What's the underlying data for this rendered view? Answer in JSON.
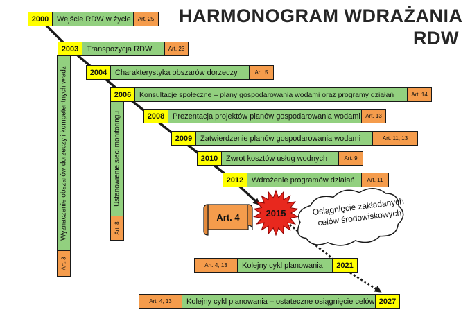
{
  "title_line1": "HARMONOGRAM  WDRAŻANIA",
  "title_line2": "RDW",
  "steps": [
    {
      "year": "2000",
      "text": "Wejście RDW w życie",
      "art": "Art. 25"
    },
    {
      "year": "2003",
      "text": "Transpozycja RDW",
      "art": "Art. 23"
    },
    {
      "year": "2004",
      "text": "Charakterystyka obszarów dorzeczy",
      "art": "Art. 5"
    },
    {
      "year": "2006",
      "text": "Konsultacje społeczne – plany gospodarowania wodami oraz programy działań",
      "art": "Art. 14"
    },
    {
      "year": "2008",
      "text": "Prezentacja projektów planów gospodarowania wodami",
      "art": "Art. 13"
    },
    {
      "year": "2009",
      "text": "Zatwierdzenie planów gospodarowania wodami",
      "art": "Art. 11, 13"
    },
    {
      "year": "2010",
      "text": "Zwrot kosztów usług wodnych",
      "art": "Art. 9"
    },
    {
      "year": "2012",
      "text": "Wdrożenie programów działań",
      "art": "Art. 11"
    }
  ],
  "vertical": [
    {
      "text": "Wyznaczenie obszarów dorzeczy i kompetentnych władz",
      "art": "Art. 3"
    },
    {
      "text": "Ustanowienie sieci monitoringu",
      "art": "Art. 8"
    }
  ],
  "milestone": {
    "art_label": "Art. 4",
    "year": "2015",
    "goal": "Osiągnięcie zakładanych celów środowiskowych"
  },
  "cycles": [
    {
      "art": "Art. 4, 13",
      "text": "Kolejny cykl planowania",
      "year": "2021"
    },
    {
      "art": "Art. 4, 13",
      "text": "Kolejny cykl planowania – ostateczne osiągnięcie celów",
      "year": "2027"
    }
  ],
  "colors": {
    "year": "#ffff00",
    "text": "#92d07f",
    "art": "#f59c4c",
    "star": "#e8281e",
    "line": "#1a1a1a"
  }
}
